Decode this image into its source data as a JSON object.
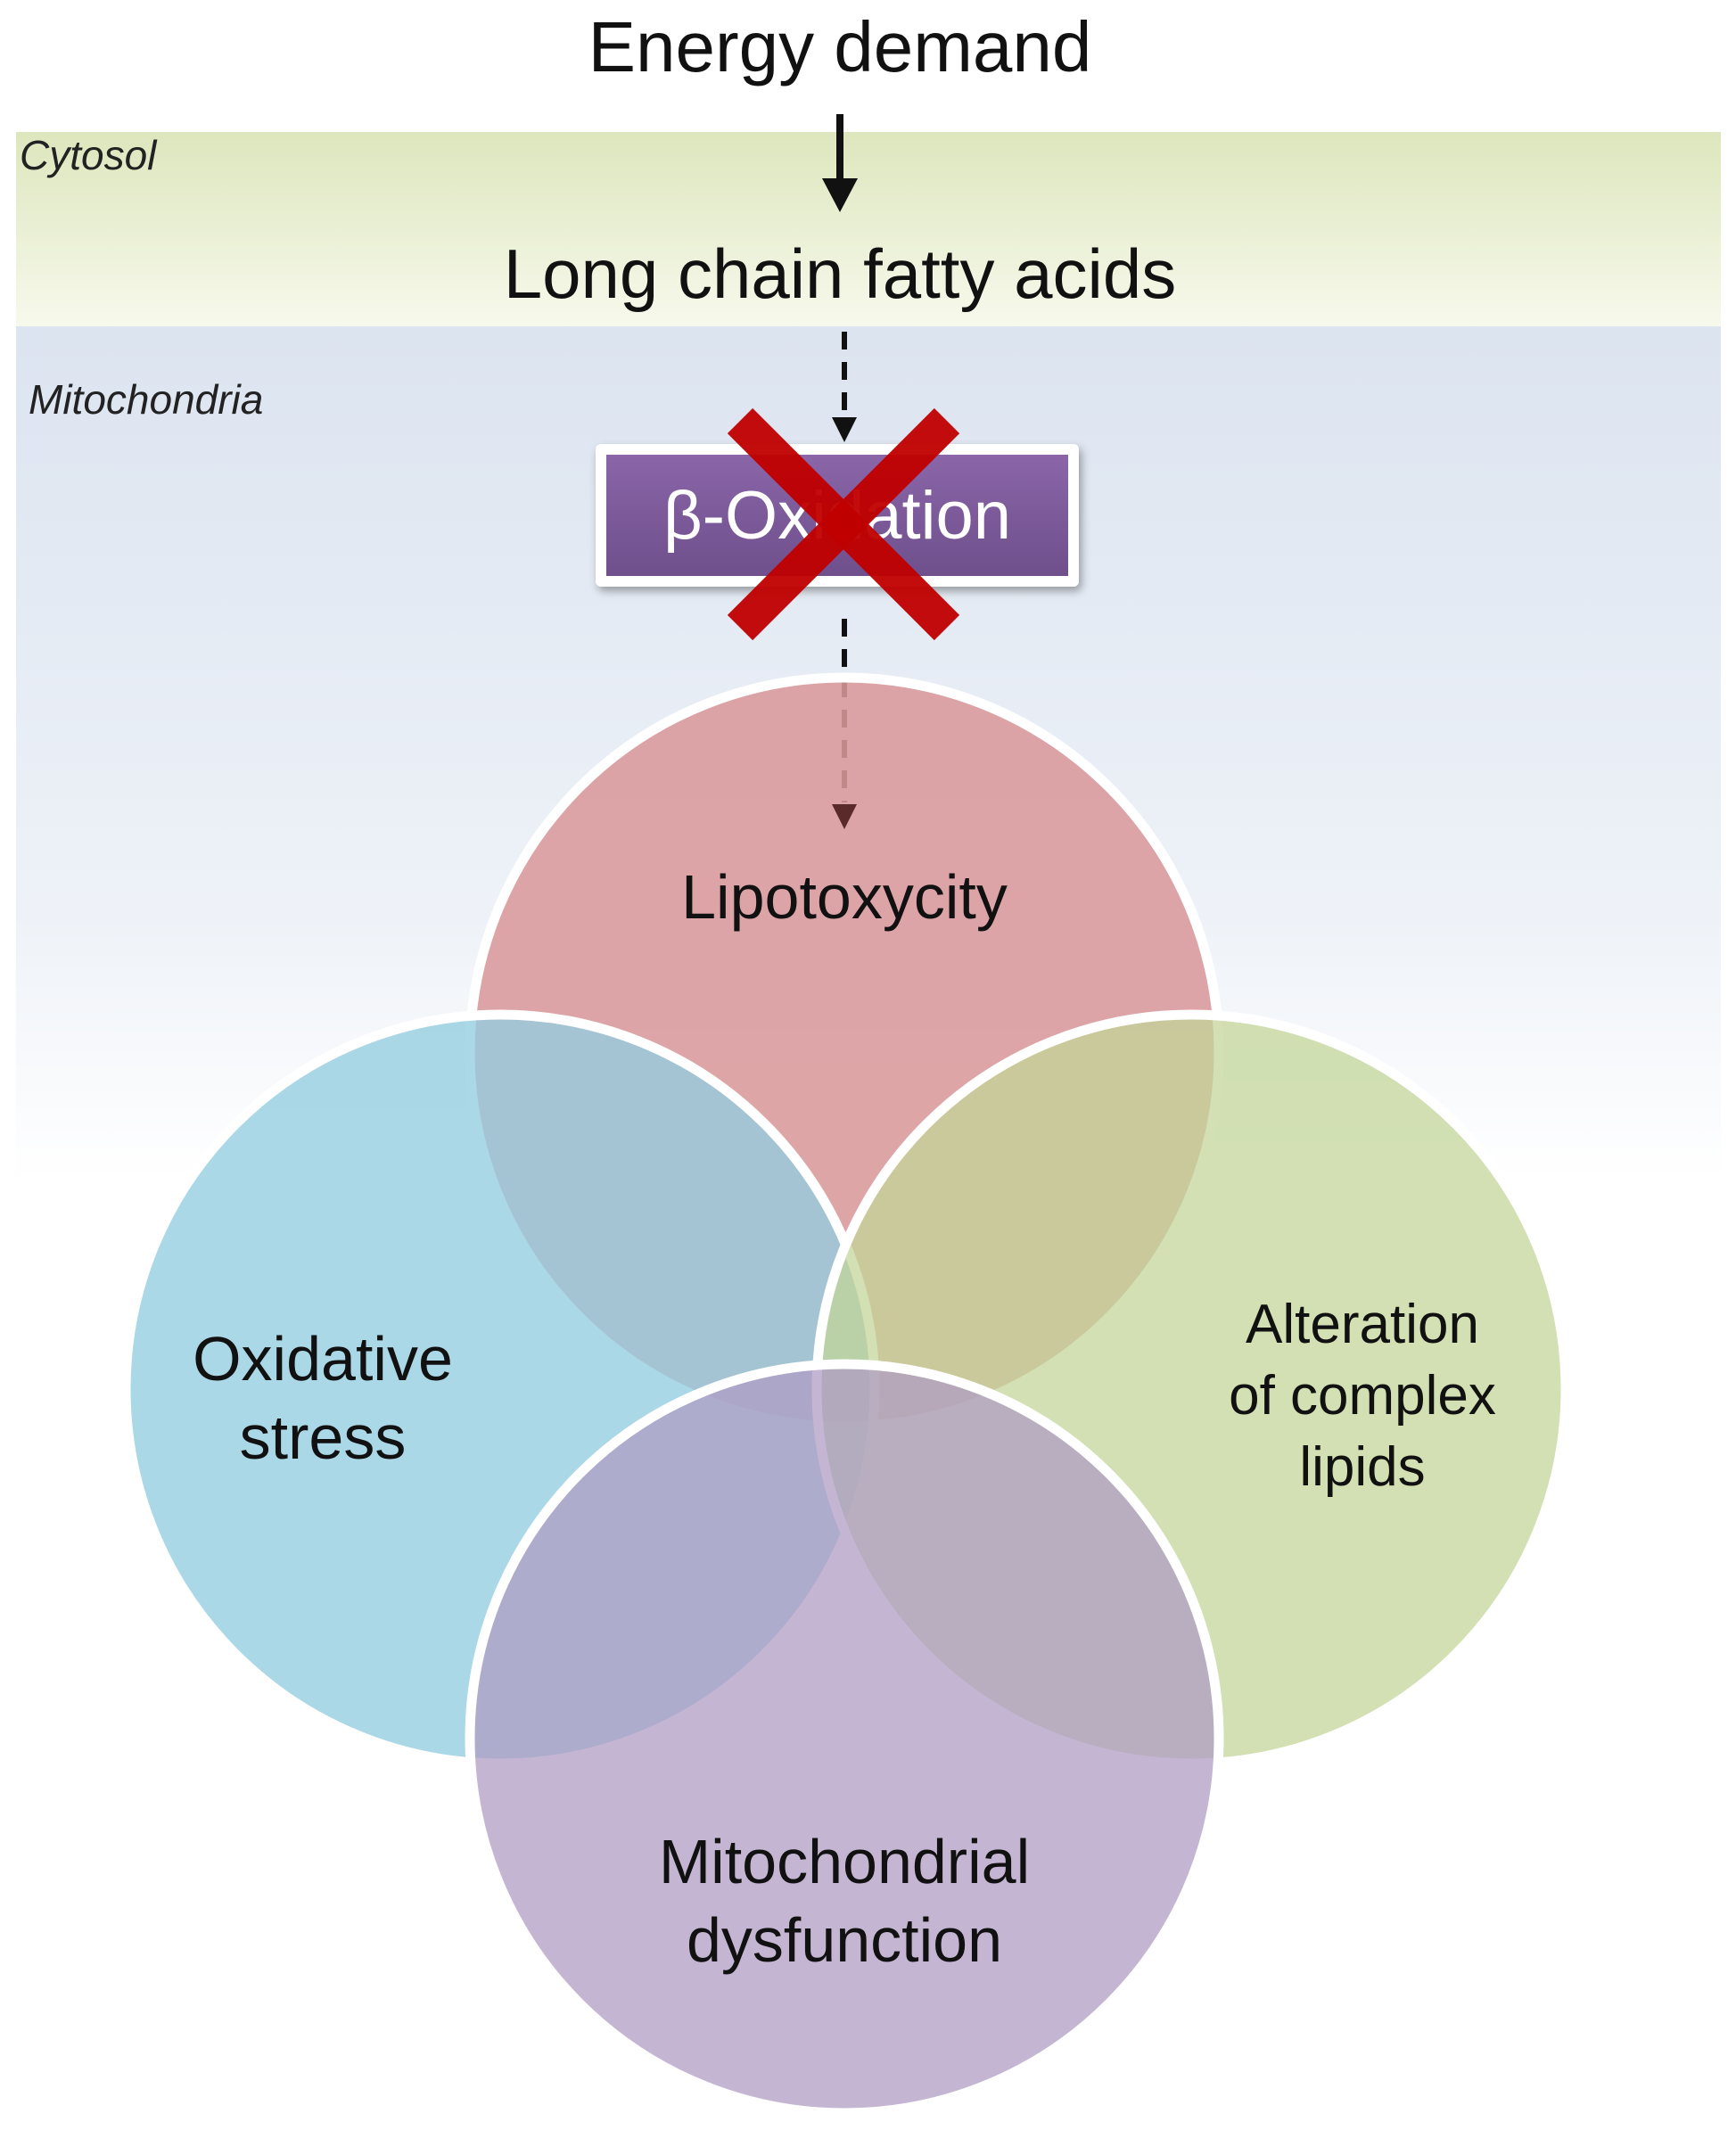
{
  "regions": {
    "cytosol": "Cytosol",
    "mitochondria": "Mitochondria"
  },
  "flow": {
    "top": "Energy demand",
    "substrate": "Long chain fatty acids",
    "process": "β-Oxidation",
    "process_blocked": true
  },
  "venn": {
    "lipotoxicity": "Lipotoxycity",
    "oxidative_line1": "Oxidative",
    "oxidative_line2": "stress",
    "complex_line1": "Alteration",
    "complex_line2": "of complex",
    "complex_line3": "lipids",
    "mito_line1": "Mitochondrial",
    "mito_line2": "dysfunction"
  },
  "colors": {
    "cytosol_band": "#e7edcf",
    "mitochondria_band": "#dfe6f1",
    "process_box": "#7e5b9c",
    "block_cross": "#c00000",
    "lipotoxicity_circle": "#d9989b",
    "oxidative_circle": "#9dd3e1",
    "complex_lipids_circle": "#c8d9a1",
    "mito_dysfunction_circle": "#b9a7cc"
  },
  "icons": {
    "block": "cross-icon",
    "arrow": "arrow-down-icon"
  }
}
